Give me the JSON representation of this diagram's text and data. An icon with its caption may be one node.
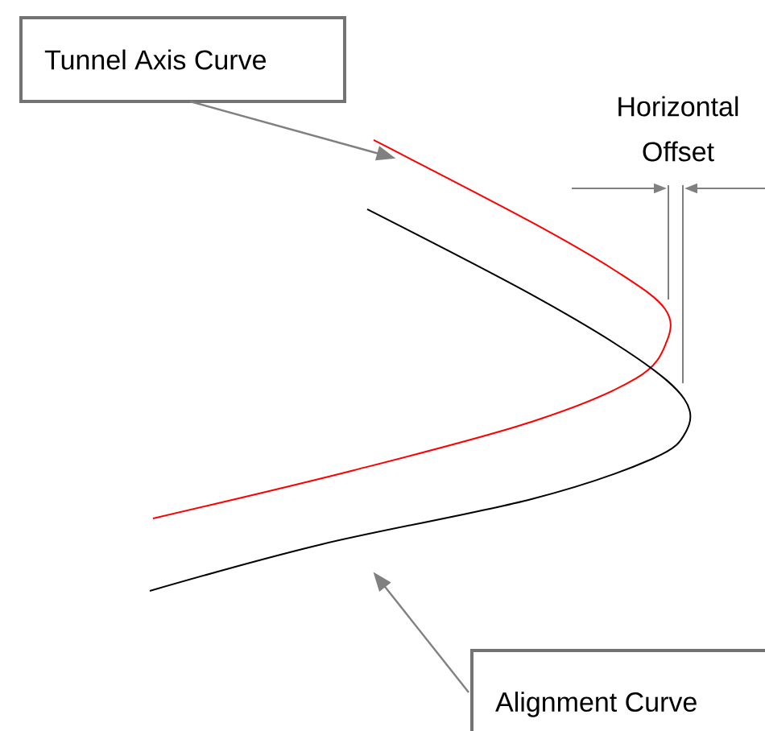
{
  "diagram": {
    "nodes": [
      {
        "text": [
          "Tunnel Axis Curve"
        ]
      },
      {
        "text": [],
        "shape": "curve"
      },
      {
        "text": [
          "Alignment Curve"
        ]
      },
      {
        "text": [],
        "shape": "curve"
      }
    ],
    "edges": [
      {
        "from": 0,
        "to": 1,
        "arrow": "to"
      },
      {
        "from": 2,
        "to": 3,
        "arrow": "to"
      }
    ],
    "labels": [
      "Horizontal Offset"
    ]
  }
}
